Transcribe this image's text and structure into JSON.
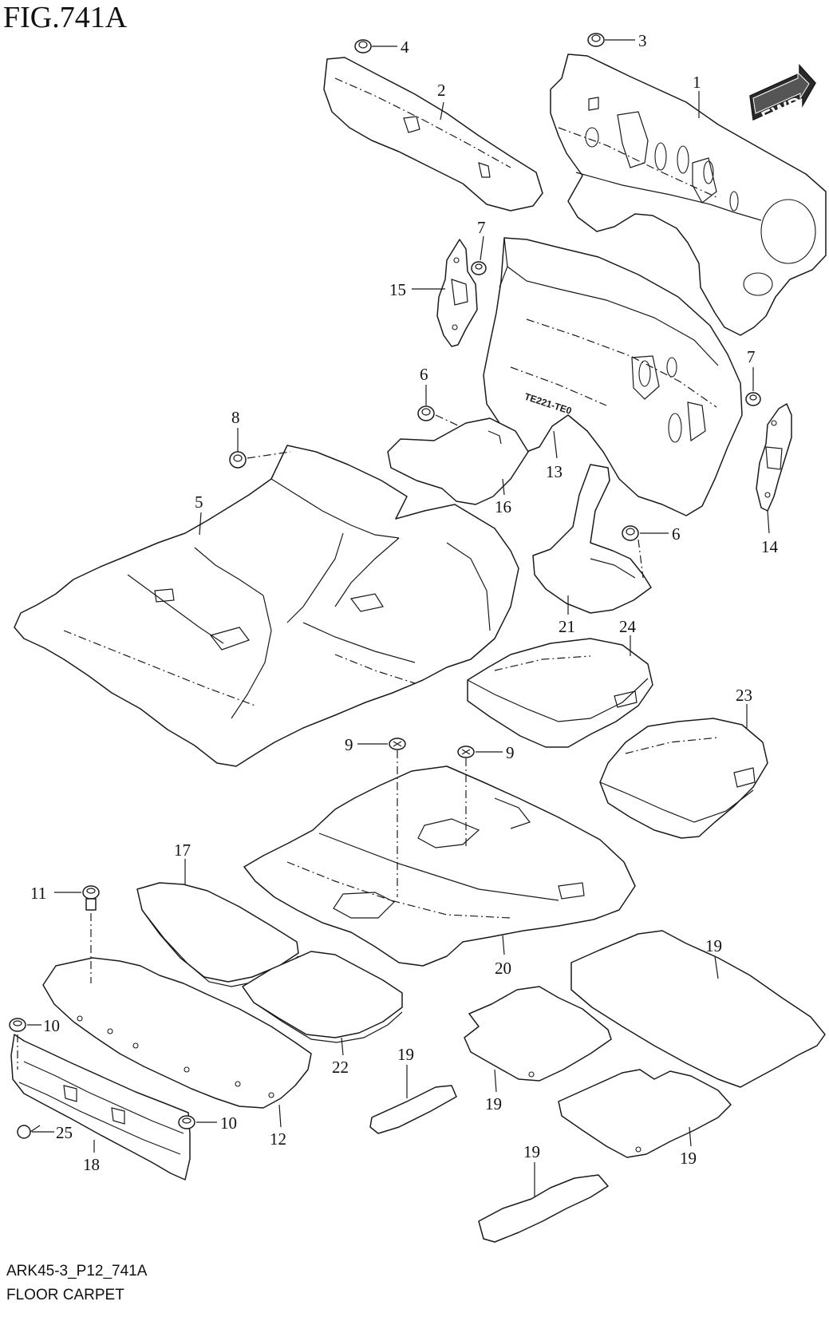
{
  "figure": {
    "title": "FIG.741A",
    "code": "ARK45-3_P12_741A",
    "name": "FLOOR CARPET",
    "fwd_label": "FWD",
    "stamp_label": "TE221-TE0"
  },
  "callouts": [
    {
      "id": "c1",
      "label": "1"
    },
    {
      "id": "c2",
      "label": "2"
    },
    {
      "id": "c3",
      "label": "3"
    },
    {
      "id": "c4",
      "label": "4"
    },
    {
      "id": "c5",
      "label": "5"
    },
    {
      "id": "c6a",
      "label": "6"
    },
    {
      "id": "c6b",
      "label": "6"
    },
    {
      "id": "c7a",
      "label": "7"
    },
    {
      "id": "c7b",
      "label": "7"
    },
    {
      "id": "c8",
      "label": "8"
    },
    {
      "id": "c9a",
      "label": "9"
    },
    {
      "id": "c9b",
      "label": "9"
    },
    {
      "id": "c10a",
      "label": "10"
    },
    {
      "id": "c10b",
      "label": "10"
    },
    {
      "id": "c11",
      "label": "11"
    },
    {
      "id": "c12",
      "label": "12"
    },
    {
      "id": "c13",
      "label": "13"
    },
    {
      "id": "c14",
      "label": "14"
    },
    {
      "id": "c15",
      "label": "15"
    },
    {
      "id": "c16",
      "label": "16"
    },
    {
      "id": "c17",
      "label": "17"
    },
    {
      "id": "c18",
      "label": "18"
    },
    {
      "id": "c19a",
      "label": "19"
    },
    {
      "id": "c19b",
      "label": "19"
    },
    {
      "id": "c19c",
      "label": "19"
    },
    {
      "id": "c19d",
      "label": "19"
    },
    {
      "id": "c19e",
      "label": "19"
    },
    {
      "id": "c20",
      "label": "20"
    },
    {
      "id": "c21",
      "label": "21"
    },
    {
      "id": "c22",
      "label": "22"
    },
    {
      "id": "c23",
      "label": "23"
    },
    {
      "id": "c24",
      "label": "24"
    },
    {
      "id": "c25",
      "label": "25"
    }
  ]
}
